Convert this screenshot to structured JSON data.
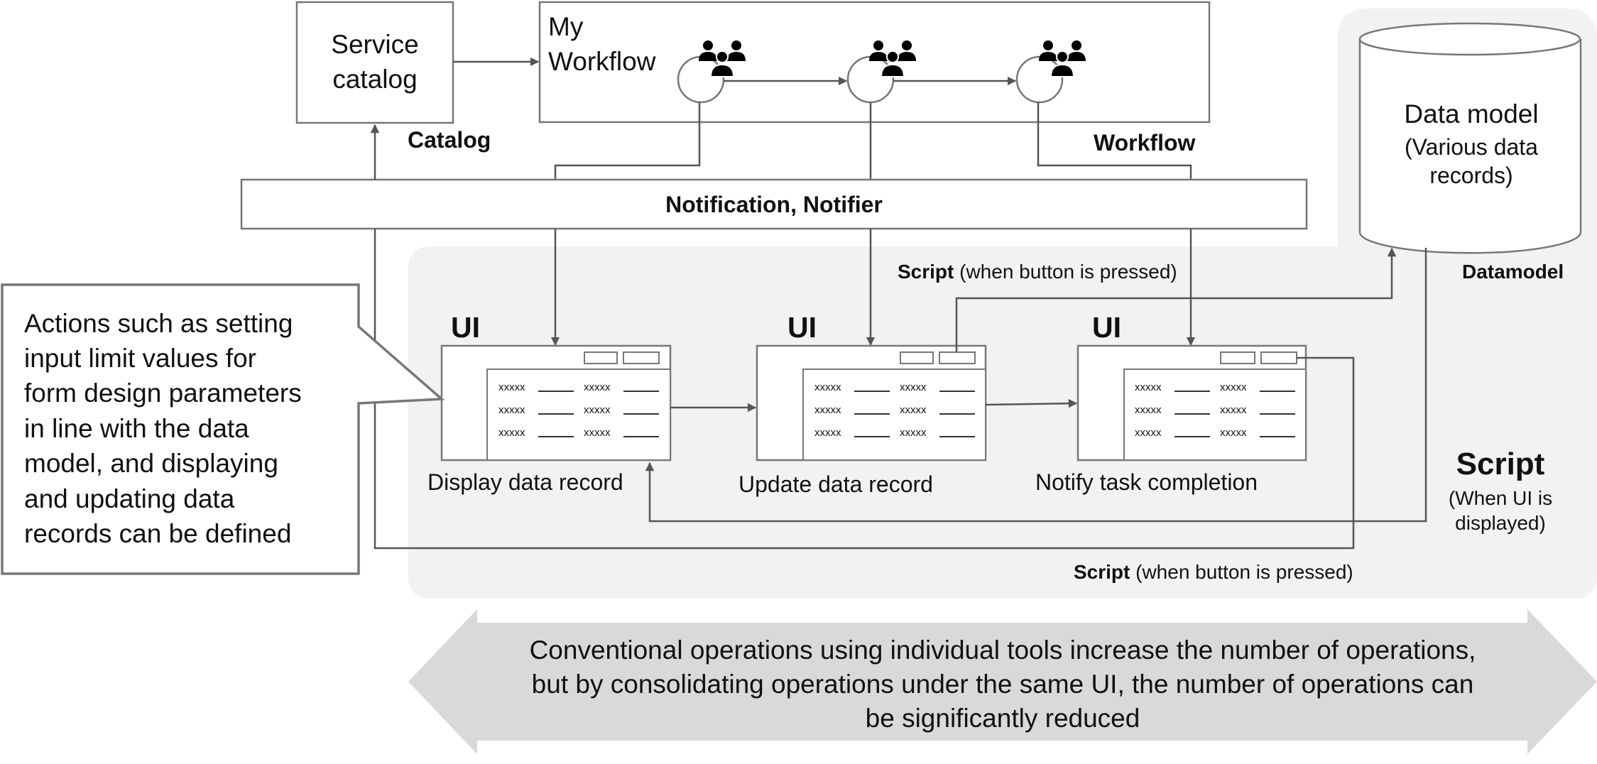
{
  "service_catalog": {
    "line1": "Service",
    "line2": "catalog"
  },
  "catalog_label": "Catalog",
  "workflow_box": {
    "line1": "My",
    "line2": "Workflow"
  },
  "workflow_label": "Workflow",
  "notification_bar": "Notification, Notifier",
  "data_model": {
    "title": "Data model",
    "sub1": "(Various data",
    "sub2": "records)"
  },
  "datamodel_label": "Datamodel",
  "script_top": {
    "bold": "Script",
    "rest": " (when button is pressed)"
  },
  "script_bottom": {
    "bold": "Script",
    "rest": " (when button is pressed)"
  },
  "script_right": {
    "title": "Script",
    "line1": "(When UI is",
    "line2": "displayed)"
  },
  "ui_label": "UI",
  "form_placeholder": "xxxxx",
  "panels": [
    {
      "caption": "Display data record"
    },
    {
      "caption": "Update data record"
    },
    {
      "caption": "Notify task completion"
    }
  ],
  "callout_lines": [
    "Actions such as setting",
    "input limit values for",
    "form design parameters",
    "in line with the data",
    "model, and displaying",
    "and updating data",
    "records can be defined"
  ],
  "banner_lines": [
    "Conventional operations using individual tools increase the number of operations,",
    "but by consolidating operations under the same UI, the number of operations can",
    "be significantly reduced"
  ],
  "colors": {
    "panel_bg": "#f2f2f2",
    "arrow_band": "#d9d9d9",
    "stroke": "#777777",
    "user_icon": "#000000"
  }
}
